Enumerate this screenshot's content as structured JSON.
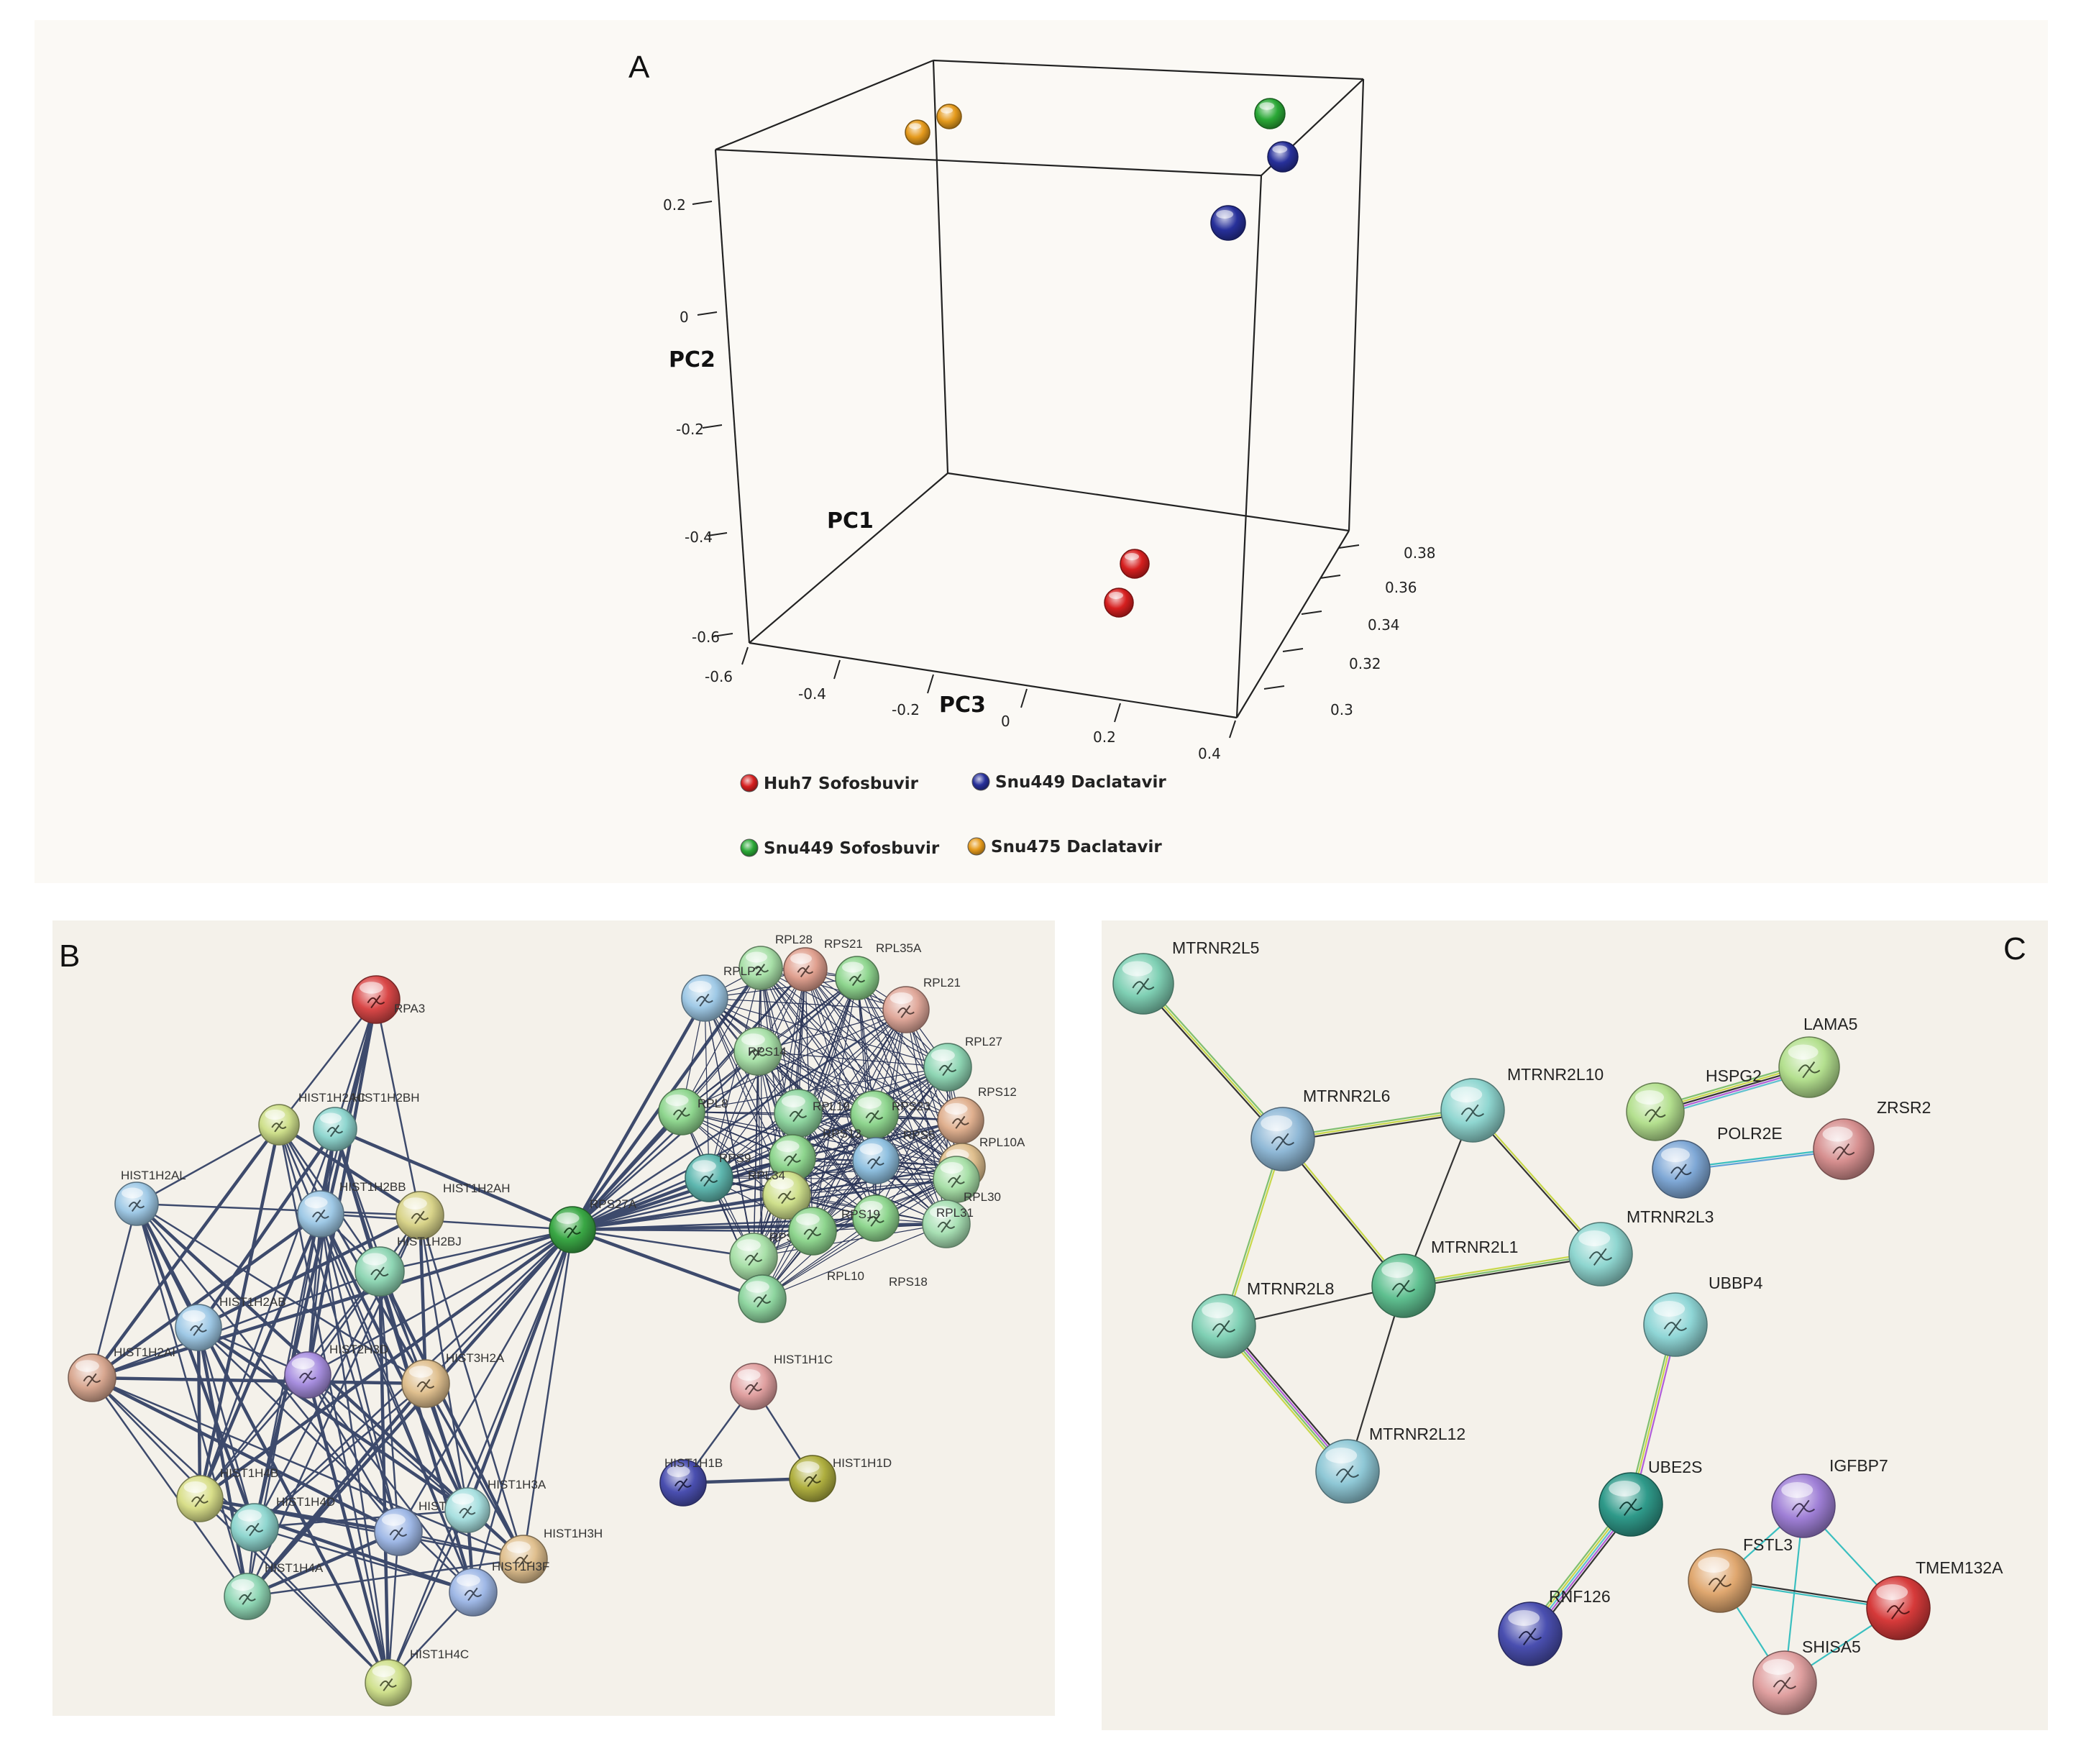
{
  "panel_a": {
    "letter": "A",
    "axes": {
      "pc1_label": "PC1",
      "pc2_label": "PC2",
      "pc3_label": "PC3",
      "pc2_ticks": [
        "0.2",
        "0",
        "-0.2",
        "-0.4",
        "-0.6"
      ],
      "pc3_ticks": [
        "-0.6",
        "-0.4",
        "-0.2",
        "0",
        "0.2",
        "0.4"
      ],
      "pc1_ticks": [
        "0.38",
        "0.36",
        "0.34",
        "0.32",
        "0.3"
      ]
    },
    "legend": [
      {
        "label": "Huh7 Sofosbuvir",
        "color": "#d61f1f"
      },
      {
        "label": "Snu449 Daclatavir",
        "color": "#27309a"
      },
      {
        "label": "Snu449 Sofosbuvir",
        "color": "#2aa836"
      },
      {
        "label": "Snu475 Daclatavir",
        "color": "#e59a1c"
      }
    ],
    "colors": {
      "huh7_sofosbuvir": "#d61f1f",
      "snu449_daclatavir": "#27309a",
      "snu449_sofosbuvir": "#2aa836",
      "snu475_daclatavir": "#e59a1c"
    }
  },
  "panel_b": {
    "letter": "B",
    "background": "#f4f1ea",
    "nodes": [
      {
        "label": "RPA3",
        "color": "#d94747"
      },
      {
        "label": "HIST1H2AC",
        "color": "#cfe08c"
      },
      {
        "label": "HIST1H2BH",
        "color": "#8fd6cf"
      },
      {
        "label": "HIST1H2AL",
        "color": "#9fc9e6"
      },
      {
        "label": "HIST1H2BB",
        "color": "#9fc9e6"
      },
      {
        "label": "HIST1H2AH",
        "color": "#d9d48a"
      },
      {
        "label": "HIST1H2BJ",
        "color": "#8fd6b4"
      },
      {
        "label": "HIST1H2AB",
        "color": "#9fc9e6"
      },
      {
        "label": "HIST1H2AI",
        "color": "#d9a891"
      },
      {
        "label": "HIST2H3D",
        "color": "#a88fe0"
      },
      {
        "label": "HIST3H2A",
        "color": "#e0c08f"
      },
      {
        "label": "HIST1H4B",
        "color": "#d9df8a"
      },
      {
        "label": "HIST1H4D",
        "color": "#8fd6cf"
      },
      {
        "label": "HIST1H3B",
        "color": "#9fb8e6"
      },
      {
        "label": "HIST1H3A",
        "color": "#a8e0e0"
      },
      {
        "label": "HIST1H3H",
        "color": "#e0c08f"
      },
      {
        "label": "HIST1H3F",
        "color": "#9fb8e6"
      },
      {
        "label": "HIST1H4A",
        "color": "#8fd6b4"
      },
      {
        "label": "HIST1H4C",
        "color": "#cfe08c"
      },
      {
        "label": "RPS27A",
        "color": "#3aa845"
      },
      {
        "label": "RPL28",
        "color": "#a8e0a8"
      },
      {
        "label": "RPS21",
        "color": "#e0a08f"
      },
      {
        "label": "RPL35A",
        "color": "#8fd68f"
      },
      {
        "label": "RPLP2",
        "color": "#9fc9e6"
      },
      {
        "label": "RPL21",
        "color": "#e0a89a"
      },
      {
        "label": "RPS14",
        "color": "#a8e0a8"
      },
      {
        "label": "RPL8",
        "color": "#8fd68f"
      },
      {
        "label": "RPL19",
        "color": "#8fd6a0"
      },
      {
        "label": "RPL27",
        "color": "#8fd6b4"
      },
      {
        "label": "RPS23",
        "color": "#8fd68f"
      },
      {
        "label": "RPS12",
        "color": "#e0b08f"
      },
      {
        "label": "RPS9",
        "color": "#5fb8b0"
      },
      {
        "label": "RPS13",
        "color": "#8fd68f"
      },
      {
        "label": "RPS5",
        "color": "#8fc0e0"
      },
      {
        "label": "RPL10A",
        "color": "#e0c08f"
      },
      {
        "label": "RPL34",
        "color": "#cfe08c"
      },
      {
        "label": "RPL30",
        "color": "#a8e0a8"
      },
      {
        "label": "RPS19",
        "color": "#8fd68f"
      },
      {
        "label": "RPL31",
        "color": "#a8e0b4"
      },
      {
        "label": "RPS29",
        "color": "#a8e0a8"
      },
      {
        "label": "RPL10",
        "color": "#8fd68f"
      },
      {
        "label": "RPS18",
        "color": "#8fd6a0"
      },
      {
        "label": "HIST1H1C",
        "color": "#e0a0a0"
      },
      {
        "label": "HIST1H1B",
        "color": "#4a4fb0"
      },
      {
        "label": "HIST1H1D",
        "color": "#b0b040"
      }
    ]
  },
  "panel_c": {
    "letter": "C",
    "background": "#f4f1ea",
    "nodes": [
      {
        "label": "MTRNR2L5",
        "color": "#7fd0b4"
      },
      {
        "label": "MTRNR2L6",
        "color": "#8fb8d6"
      },
      {
        "label": "MTRNR2L10",
        "color": "#8fd6d0"
      },
      {
        "label": "MTRNR2L1",
        "color": "#5fc090"
      },
      {
        "label": "MTRNR2L3",
        "color": "#8fd6d0"
      },
      {
        "label": "MTRNR2L8",
        "color": "#7fd0b4"
      },
      {
        "label": "MTRNR2L12",
        "color": "#8fc8d6"
      },
      {
        "label": "HSPG2",
        "color": "#b4e08f"
      },
      {
        "label": "LAMA5",
        "color": "#b4e08f"
      },
      {
        "label": "POLR2E",
        "color": "#7fa8d6"
      },
      {
        "label": "ZRSR2",
        "color": "#d68f8f"
      },
      {
        "label": "UBBP4",
        "color": "#8fd6d6"
      },
      {
        "label": "UBE2S",
        "color": "#2f9a8a"
      },
      {
        "label": "RNF126",
        "color": "#4a4fb0"
      },
      {
        "label": "IGFBP7",
        "color": "#9f7fd6"
      },
      {
        "label": "FSTL3",
        "color": "#e0a870"
      },
      {
        "label": "TMEM132A",
        "color": "#d63a3a"
      },
      {
        "label": "SHISA5",
        "color": "#e0a0a0"
      }
    ]
  }
}
